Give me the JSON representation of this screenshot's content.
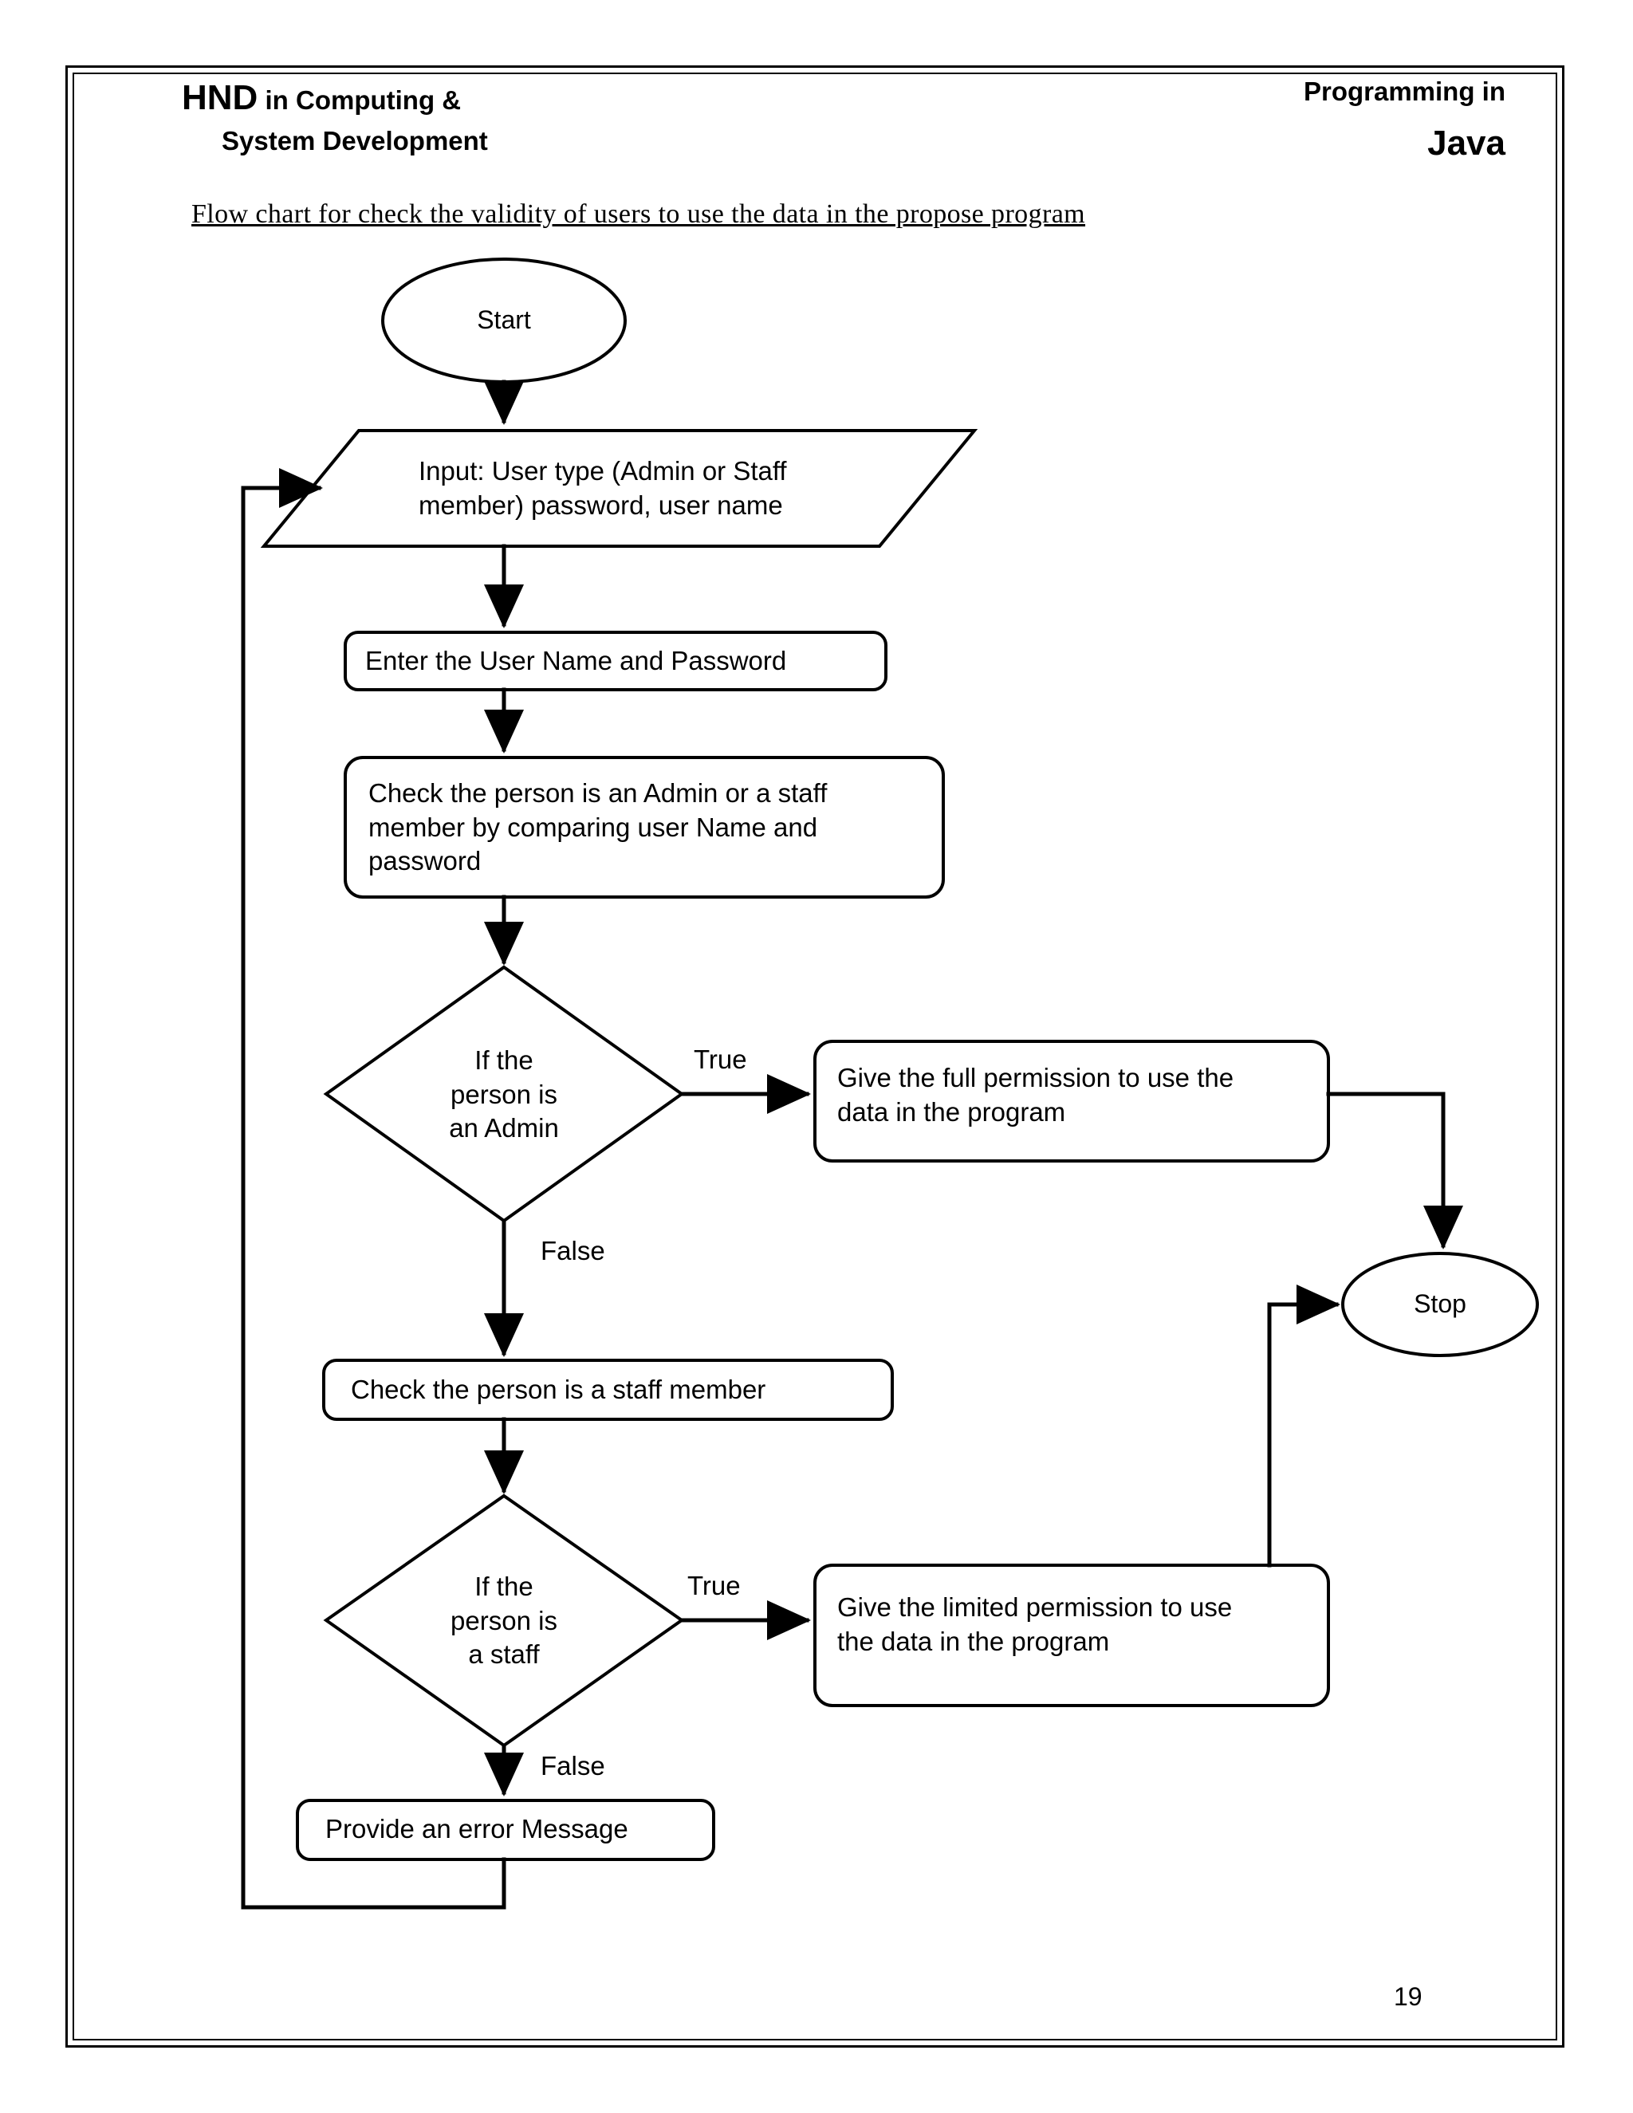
{
  "header": {
    "left_strong": "HND",
    "left_rest": " in Computing &",
    "left_line2": "System Development",
    "right_line1": "Programming in",
    "right_line2": "Java"
  },
  "document": {
    "title": "Flow chart for check the validity  of users to use the data in the propose program",
    "page_number": "19"
  },
  "chart_data": {
    "type": "flowchart",
    "title": "Flow chart for check the validity  of users to use the data in the propose program",
    "nodes": [
      {
        "id": "start",
        "shape": "terminator",
        "label": "Start"
      },
      {
        "id": "input",
        "shape": "parallelogram",
        "label": "Input:   User type (Admin or Staff member) password,  user name",
        "lines": [
          "Input:   User type (Admin or Staff",
          "member) password,  user name"
        ]
      },
      {
        "id": "enter",
        "shape": "process",
        "label": "Enter the User Name and Password",
        "lines": [
          "Enter the User Name and Password"
        ]
      },
      {
        "id": "check_role",
        "shape": "process",
        "label": "Check the person is an Admin or a staff member by comparing user Name and password",
        "lines": [
          "Check the person is an Admin or a staff",
          "member by comparing user Name and",
          "password"
        ]
      },
      {
        "id": "if_admin",
        "shape": "decision",
        "label": "If the person is an Admin",
        "lines": [
          "If the",
          "person is",
          "an Admin"
        ]
      },
      {
        "id": "full_perm",
        "shape": "process",
        "label": "Give the full permission to use the data in the program",
        "lines": [
          "Give the full permission to use the",
          "data in the program"
        ]
      },
      {
        "id": "check_staff",
        "shape": "process",
        "label": "Check the person is a staff member",
        "lines": [
          "Check the person is a staff member"
        ]
      },
      {
        "id": "if_staff",
        "shape": "decision",
        "label": "If the person is a staff",
        "lines": [
          "If the",
          "person is",
          "a staff"
        ]
      },
      {
        "id": "limited_perm",
        "shape": "process",
        "label": "Give the limited permission to use the data in the program",
        "lines": [
          "Give the limited permission to use",
          "the data in the program"
        ]
      },
      {
        "id": "error_msg",
        "shape": "process",
        "label": "Provide an error  Message",
        "lines": [
          "Provide an error  Message"
        ]
      },
      {
        "id": "stop",
        "shape": "terminator",
        "label": "Stop"
      }
    ],
    "edges": [
      {
        "from": "start",
        "to": "input",
        "label": ""
      },
      {
        "from": "input",
        "to": "enter",
        "label": ""
      },
      {
        "from": "enter",
        "to": "check_role",
        "label": ""
      },
      {
        "from": "check_role",
        "to": "if_admin",
        "label": ""
      },
      {
        "from": "if_admin",
        "to": "full_perm",
        "label": "True"
      },
      {
        "from": "if_admin",
        "to": "check_staff",
        "label": "False"
      },
      {
        "from": "full_perm",
        "to": "stop",
        "label": ""
      },
      {
        "from": "check_staff",
        "to": "if_staff",
        "label": ""
      },
      {
        "from": "if_staff",
        "to": "limited_perm",
        "label": "True"
      },
      {
        "from": "if_staff",
        "to": "error_msg",
        "label": "False"
      },
      {
        "from": "limited_perm",
        "to": "stop",
        "label": ""
      },
      {
        "from": "error_msg",
        "to": "input",
        "label": ""
      }
    ],
    "edge_labels": {
      "admin_true": "True",
      "admin_false": "False",
      "staff_true": "True",
      "staff_false": "False"
    },
    "colors": {
      "stroke": "#000000",
      "fill": "#ffffff",
      "text": "#000000"
    }
  }
}
